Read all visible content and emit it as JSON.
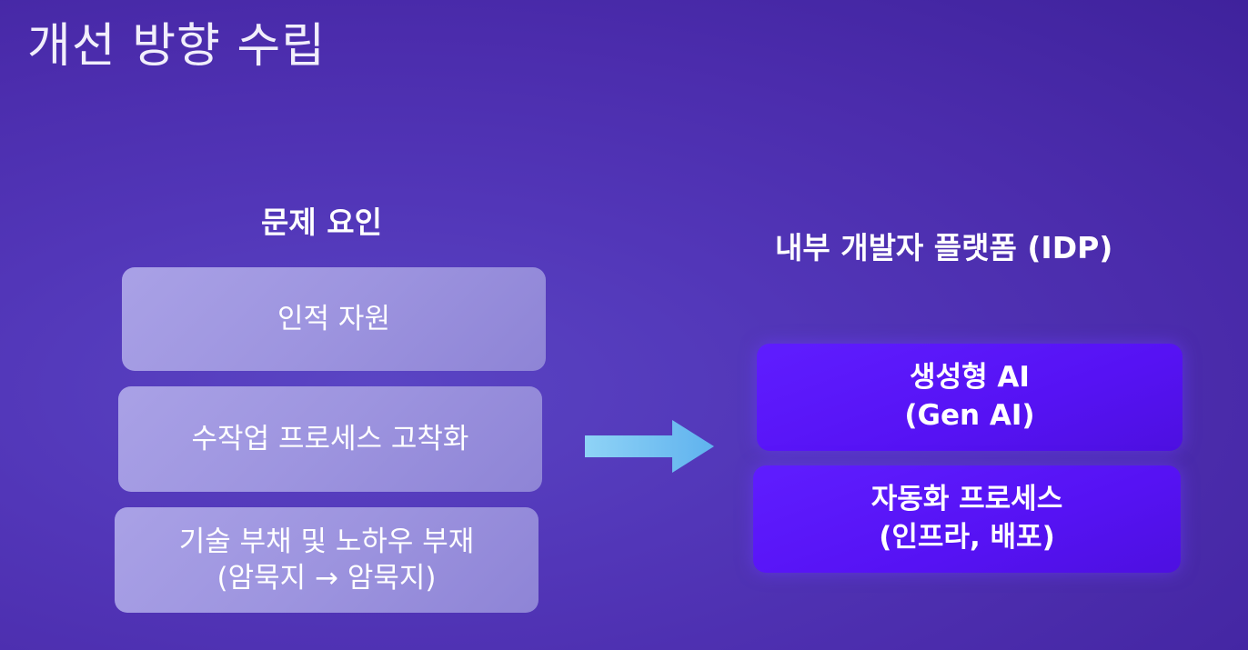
{
  "slide": {
    "title": "개선 방향 수립"
  },
  "left_column": {
    "heading": "문제 요인",
    "items": [
      {
        "line1": "인적 자원",
        "line2": ""
      },
      {
        "line1": "수작업 프로세스 고착화",
        "line2": ""
      },
      {
        "line1": "기술 부채 및 노하우 부재",
        "line2": "(암묵지 → 암묵지)"
      }
    ]
  },
  "right_column": {
    "heading": "내부 개발자 플랫폼 (IDP)",
    "items": [
      {
        "line1": "생성형 AI",
        "line2": "(Gen AI)"
      },
      {
        "line1": "자동화 프로세스",
        "line2": "(인프라, 배포)"
      }
    ]
  },
  "colors": {
    "background": "#5236b8",
    "left_box": "#9d94df",
    "right_box": "#5612f4",
    "arrow": "#6fc0ee"
  },
  "icons": {
    "transition_arrow": "right-arrow-icon"
  }
}
